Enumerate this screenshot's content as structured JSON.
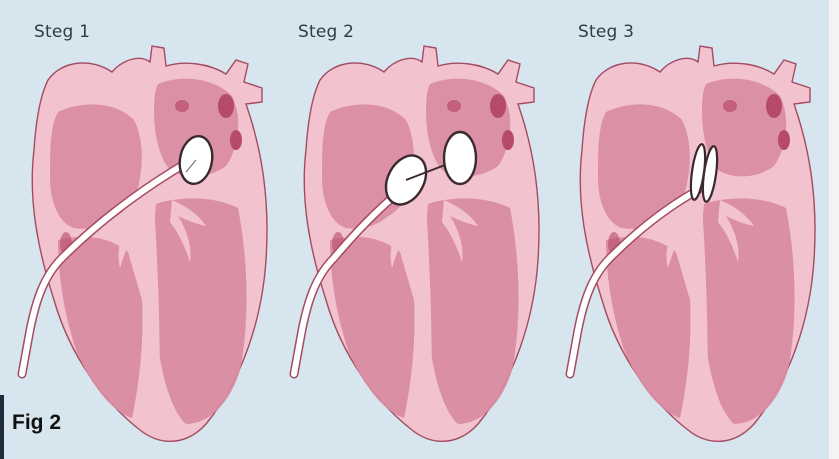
{
  "steps": [
    {
      "label": "Steg 1",
      "device": "left-disc"
    },
    {
      "label": "Steg 2",
      "device": "two-discs"
    },
    {
      "label": "Steg 3",
      "device": "closed-occluder"
    }
  ],
  "figure_label": "Fig 2",
  "colors": {
    "background": "#d7e6ee",
    "heart_outer": "#f2c3cf",
    "chamber": "#d98ba1",
    "chamber_light": "#e7a6b8",
    "vessel_dark": "#b54a6b",
    "outline": "#a44a63",
    "catheter": "#ffffff",
    "text": "#2f3a45"
  }
}
